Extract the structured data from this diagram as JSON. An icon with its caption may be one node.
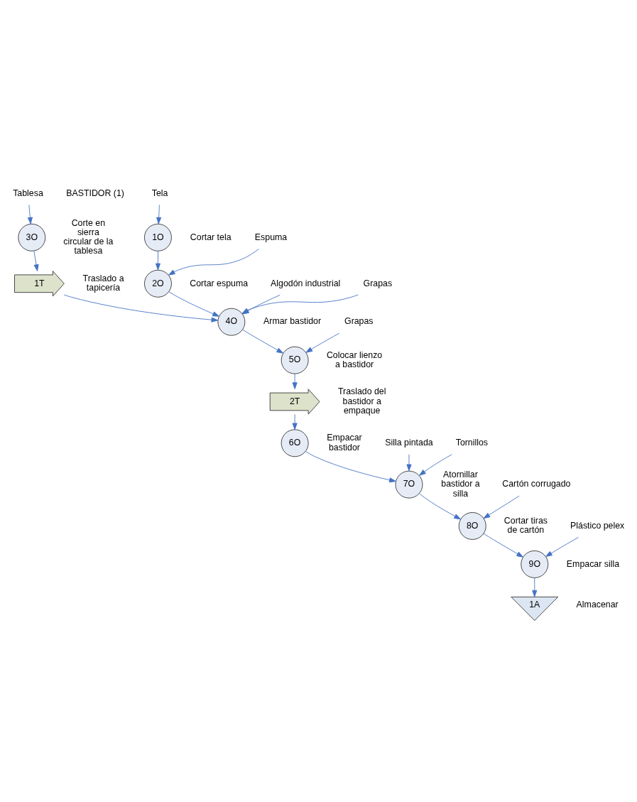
{
  "diagram": {
    "nodes": [
      {
        "text": [
          "Tablesa"
        ]
      },
      {
        "text": [
          "3O"
        ],
        "beside": [
          "Corte en sierra circular de la tablesa"
        ]
      },
      {
        "text": [
          "1T"
        ],
        "beside": [
          "Traslado a tapicería"
        ]
      },
      {
        "text": [
          "Tela"
        ]
      },
      {
        "text": [
          "1O"
        ],
        "beside": [
          "Cortar tela"
        ]
      },
      {
        "text": [
          "Espuma"
        ]
      },
      {
        "text": [
          "2O"
        ],
        "beside": [
          "Cortar espuma"
        ]
      },
      {
        "text": [
          "Algodón industrial"
        ]
      },
      {
        "text": [
          "Grapas"
        ]
      },
      {
        "text": [
          "4O"
        ],
        "beside": [
          "Armar bastidor"
        ]
      },
      {
        "text": [
          "Grapas"
        ]
      },
      {
        "text": [
          "5O"
        ],
        "beside": [
          "Colocar lienzo a bastidor"
        ]
      },
      {
        "text": [
          "2T"
        ],
        "beside": [
          "Traslado del bastidor a empaque"
        ]
      },
      {
        "text": [
          "6O"
        ],
        "beside": [
          "Empacar bastidor"
        ]
      },
      {
        "text": [
          "Silla pintada"
        ]
      },
      {
        "text": [
          "Tornillos"
        ]
      },
      {
        "text": [
          "7O"
        ],
        "beside": [
          "Atornillar bastidor a silla"
        ]
      },
      {
        "text": [
          "Cartón corrugado"
        ]
      },
      {
        "text": [
          "8O"
        ],
        "beside": [
          "Cortar tiras de cartón"
        ]
      },
      {
        "text": [
          "Plástico pelex"
        ]
      },
      {
        "text": [
          "9O"
        ],
        "beside": [
          "Empacar silla"
        ]
      },
      {
        "text": [
          "1A"
        ],
        "beside": [
          "Almacenar"
        ]
      }
    ],
    "edges": [
      {
        "from": 0,
        "to": 1,
        "arrow": "to"
      },
      {
        "from": 1,
        "to": 2,
        "arrow": "to"
      },
      {
        "from": 2,
        "to": 9,
        "arrow": "to"
      },
      {
        "from": 3,
        "to": 4,
        "arrow": "to"
      },
      {
        "from": 4,
        "to": 6,
        "arrow": "to"
      },
      {
        "from": 5,
        "to": 6,
        "arrow": "to"
      },
      {
        "from": 6,
        "to": 9,
        "arrow": "to"
      },
      {
        "from": 7,
        "to": 9,
        "arrow": "to"
      },
      {
        "from": 8,
        "to": 9,
        "arrow": "to"
      },
      {
        "from": 9,
        "to": 11,
        "arrow": "to"
      },
      {
        "from": 10,
        "to": 11,
        "arrow": "to"
      },
      {
        "from": 11,
        "to": 12,
        "arrow": "to"
      },
      {
        "from": 12,
        "to": 13,
        "arrow": "to"
      },
      {
        "from": 13,
        "to": 16,
        "arrow": "to"
      },
      {
        "from": 14,
        "to": 16,
        "arrow": "to"
      },
      {
        "from": 15,
        "to": 16,
        "arrow": "to"
      },
      {
        "from": 16,
        "to": 18,
        "arrow": "to"
      },
      {
        "from": 17,
        "to": 18,
        "arrow": "to"
      },
      {
        "from": 18,
        "to": 20,
        "arrow": "to"
      },
      {
        "from": 19,
        "to": 20,
        "arrow": "to"
      },
      {
        "from": 20,
        "to": 21,
        "arrow": "to"
      }
    ],
    "labels": [
      "BASTIDOR (1)"
    ]
  }
}
